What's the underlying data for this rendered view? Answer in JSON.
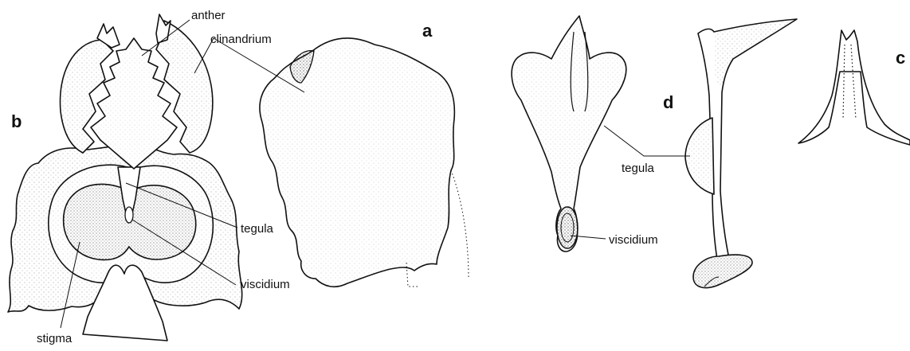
{
  "panels": {
    "a": "a",
    "b": "b",
    "c": "c",
    "d": "d"
  },
  "labels": {
    "anther": "anther",
    "clinandrium": "clinandrium",
    "tegula_b": "tegula",
    "viscidium_b": "viscidium",
    "stigma": "stigma",
    "tegula_d": "tegula",
    "viscidium_d": "viscidium"
  },
  "colors": {
    "line": "#111111",
    "background": "#ffffff"
  }
}
